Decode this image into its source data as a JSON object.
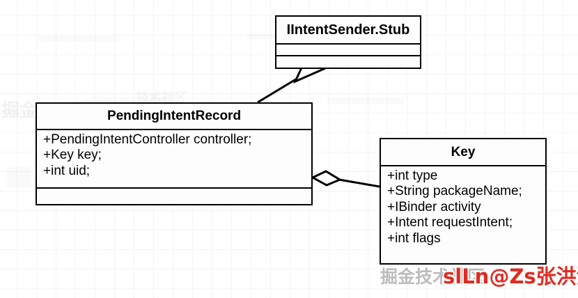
{
  "diagram": {
    "type": "uml-class-diagram",
    "classes": [
      {
        "id": "stub",
        "name": "IIntentSender.Stub",
        "attributes": [],
        "methods": []
      },
      {
        "id": "pending-intent-record",
        "name": "PendingIntentRecord",
        "attributes": [
          "+PendingIntentController controller;",
          "+Key key;",
          "+int uid;"
        ],
        "methods": []
      },
      {
        "id": "key",
        "name": "Key",
        "attributes": [
          "+int type",
          "+String packageName;",
          "+IBinder activity",
          "+Intent requestIntent;",
          "+int flags"
        ],
        "methods": []
      }
    ],
    "relationships": [
      {
        "id": "generalization",
        "kind": "generalization",
        "from": "pending-intent-record",
        "to": "stub",
        "marker": "hollow-triangle"
      },
      {
        "id": "aggregation",
        "kind": "aggregation",
        "from": "pending-intent-record",
        "to": "key",
        "marker": "hollow-diamond"
      }
    ]
  },
  "watermarks": {
    "gray_text": "掘金技术社区",
    "red_text": "slLn@Zs张洪滔",
    "faint_left_text": "掘金",
    "faint_mid_text": "技术社区"
  },
  "colors": {
    "stroke": "#000000",
    "box_fill": "#fefefe",
    "canvas": "#ffffff",
    "grid": "#f0f0f0",
    "watermark_red": "#e02b20",
    "watermark_gray": "#5a5a5f"
  }
}
